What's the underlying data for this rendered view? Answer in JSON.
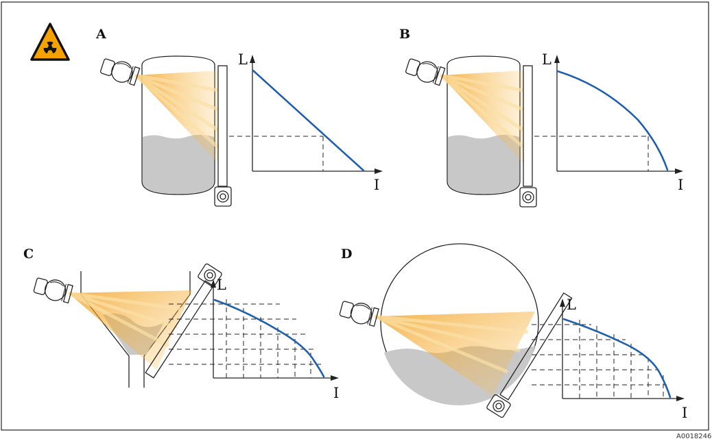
{
  "figure": {
    "panels": [
      {
        "letter": "A",
        "vessel": "cylinder",
        "curve": "linear",
        "y_axis": "L",
        "x_axis": "I"
      },
      {
        "letter": "B",
        "vessel": "cylinder",
        "curve": "concave",
        "y_axis": "L",
        "x_axis": "I"
      },
      {
        "letter": "C",
        "vessel": "cone",
        "curve": "table",
        "y_axis": "L",
        "x_axis": "I"
      },
      {
        "letter": "D",
        "vessel": "sphere",
        "curve": "table",
        "y_axis": "L",
        "x_axis": "I"
      }
    ],
    "document_id": "A0018246",
    "warning_icon": "radiation-warning-icon"
  },
  "colors": {
    "frame": "#222222",
    "curve": "#1f5fae",
    "beam": "#f5a623",
    "medium": "#c8c8c8",
    "warning_fill": "#f5a100"
  }
}
